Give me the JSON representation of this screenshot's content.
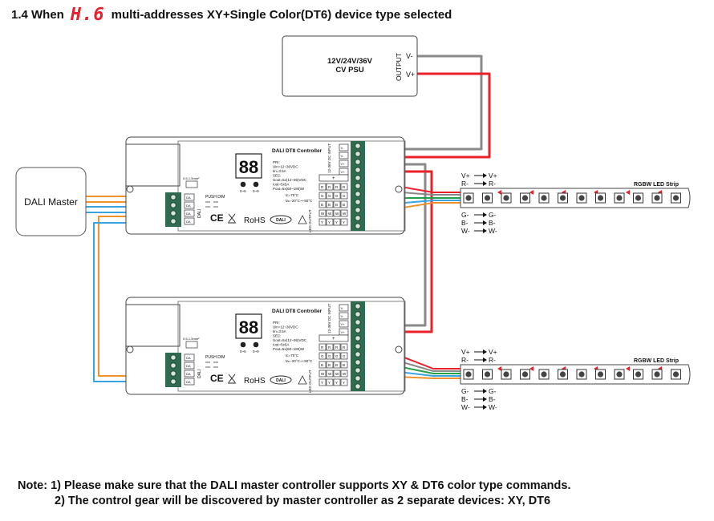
{
  "title": {
    "prefix": "1.4 When",
    "mode": "H.6",
    "suffix": "multi-addresses XY+Single Color(DT6) device type selected"
  },
  "psu": {
    "line1": "12V/24V/36V",
    "line2": "CV PSU",
    "output_label": "OUTPUT",
    "v_minus": "V-",
    "v_plus": "V+"
  },
  "master": {
    "label": "DALI Master"
  },
  "controller": {
    "name": "DALI DT8 Controller",
    "display": "88",
    "btn_left": "0~6",
    "btn_right": "0~9",
    "spec_lines": [
      "PRI:",
      "Uin=12~36VDC",
      "Iin=3.5A",
      "SEC:",
      "Uout=5x(12~36)VDC",
      "Iout=5x5A",
      "Pout=5x(60~180)W"
    ],
    "temp1": "tc=75°C",
    "temp2": "ta=-20°C~+50°C",
    "push_dim": "PUSH DIM",
    "dali_label": "DALI",
    "pin_label": "DA",
    "input_label": "12-36V DC INPUT",
    "output_label": "LED OUTPUT",
    "out_plus": "+",
    "out_channels": [
      "R",
      "G",
      "B",
      "W",
      "Y"
    ],
    "in_pins": [
      "V-",
      "V-",
      "V+",
      "V+"
    ],
    "ce": "CE",
    "rohs": "RoHS",
    "dali_logo": "DALI",
    "strain": "0.5-1.5mm²"
  },
  "strip": {
    "label": "RGBW LED Strip",
    "map_top": [
      {
        "l": "V+",
        "r": "V+"
      },
      {
        "l": "R-",
        "r": "R-"
      }
    ],
    "map_bottom": [
      {
        "l": "G-",
        "r": "G-"
      },
      {
        "l": "B-",
        "r": "B-"
      },
      {
        "l": "W-",
        "r": "W-"
      }
    ]
  },
  "notes": {
    "line1": "Note: 1) Please make sure that the DALI master controller supports XY & DT6 color type commands.",
    "line2": "2) The control gear will be discovered by master controller as 2 separate devices: XY, DT6"
  },
  "colors": {
    "red_wire": "#e8202a",
    "gray_wire": "#8a8a8a",
    "orange_wire": "#f0922b",
    "blue_wire": "#3aa4e0",
    "green_wire": "#25a04a",
    "terminal_green": "#2f6b4f",
    "arrow": "#e8202a"
  }
}
